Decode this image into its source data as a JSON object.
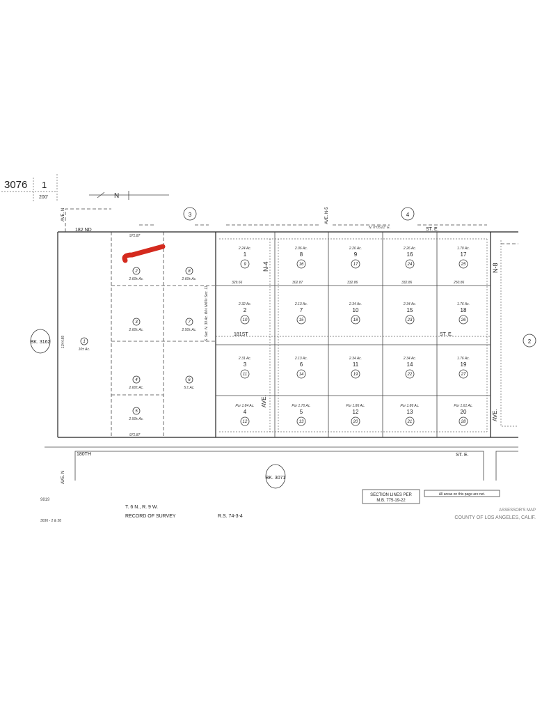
{
  "header": {
    "page_number": "3076",
    "sheet": "1",
    "scale": "200'",
    "north_label": "N"
  },
  "streets": {
    "top": "182 ND",
    "top_right": "ST. E.",
    "mid": "181ST",
    "mid_right": "ST. E.",
    "bottom": "180TH",
    "bottom_right": "ST. E.",
    "ave_left": "AVE. N",
    "ave_n5": "AVE. N-5",
    "ave_n4": "N-4",
    "ave_n8": "N-8",
    "ave_mid": "AVE.",
    "ave_right": "AVE.",
    "bearing": "N. 0°05'21\" E."
  },
  "sections": {
    "s3": "3",
    "s4": "4",
    "s2": "2"
  },
  "books": {
    "left": "BK. 3162",
    "bottom": "BK. 3071"
  },
  "left_parcels": [
    {
      "num": "1",
      "area": "10± Ac."
    },
    {
      "num": "2",
      "area": "2.60± Ac."
    },
    {
      "num": "8",
      "area": "2.60± Ac."
    },
    {
      "num": "3",
      "area": "2.60± Ac."
    },
    {
      "num": "7",
      "area": "2.50± Ac."
    },
    {
      "num": "4",
      "area": "2.60± Ac."
    },
    {
      "num": "6",
      "area": "5.± Ac."
    },
    {
      "num": "5",
      "area": "2.50± Ac."
    }
  ],
  "grid_lots": [
    [
      {
        "lot": "1",
        "parcel": "9",
        "area": "2.24 Ac."
      },
      {
        "lot": "8",
        "parcel": "16",
        "area": "2.06 Ac."
      },
      {
        "lot": "9",
        "parcel": "17",
        "area": "2.26 Ac."
      },
      {
        "lot": "16",
        "parcel": "24",
        "area": "2.26 Ac."
      },
      {
        "lot": "17",
        "parcel": "25",
        "area": "1.70 Ac."
      }
    ],
    [
      {
        "lot": "2",
        "parcel": "10",
        "area": "2.32 Ac."
      },
      {
        "lot": "7",
        "parcel": "15",
        "area": "2.13 Ac."
      },
      {
        "lot": "10",
        "parcel": "18",
        "area": "2.34 Ac."
      },
      {
        "lot": "15",
        "parcel": "23",
        "area": "2.34 Ac."
      },
      {
        "lot": "18",
        "parcel": "26",
        "area": "1.76 Ac."
      }
    ],
    [
      {
        "lot": "3",
        "parcel": "11",
        "area": "2.31 Ac."
      },
      {
        "lot": "6",
        "parcel": "14",
        "area": "2.13 Ac."
      },
      {
        "lot": "11",
        "parcel": "19",
        "area": "2.34 Ac."
      },
      {
        "lot": "14",
        "parcel": "22",
        "area": "2.34 Ac."
      },
      {
        "lot": "19",
        "parcel": "27",
        "area": "1.76 Ac."
      }
    ],
    [
      {
        "lot": "4",
        "parcel": "12",
        "area": "Por 1.84 Ac."
      },
      {
        "lot": "5",
        "parcel": "13",
        "area": "Por 1.70 Ac."
      },
      {
        "lot": "12",
        "parcel": "20",
        "area": "Por 1.86 Ac."
      },
      {
        "lot": "13",
        "parcel": "21",
        "area": "Por 1.86 Ac."
      },
      {
        "lot": "20",
        "parcel": "28",
        "area": "Por 1.61 Ac."
      }
    ]
  ],
  "dimensions": {
    "top_left": "971.87",
    "bottom_left": "971.87",
    "left_side": "1344.89",
    "r1": "329.66",
    "r2": "302.87",
    "r3": "332.86",
    "r4": "332.86",
    "r5": "250.86"
  },
  "notes": {
    "sec_note": "S. 5ac. N. 30 Ac. W½ NW¼ Sec. 11",
    "code": "9819",
    "ref": "3030 - 2 & 28"
  },
  "footer": {
    "township": "T. 6 N., R. 9 W.",
    "record": "RECORD OF SURVEY",
    "rs": "R.S. 74-3-4",
    "section_lines_1": "SECTION LINES PER",
    "section_lines_2": "M.B. 775-19-22",
    "areas_note": "All areas on this page are net.",
    "assessor": "ASSESSOR'S MAP",
    "county": "COUNTY OF LOS ANGELES, CALIF."
  },
  "colors": {
    "highlight": "#d42a1e"
  }
}
